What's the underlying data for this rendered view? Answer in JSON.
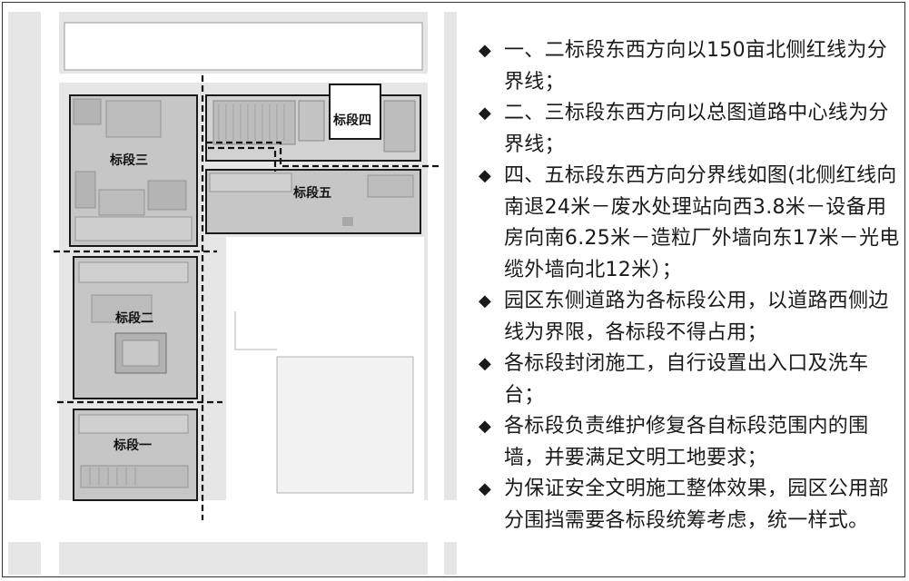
{
  "map": {
    "segments": [
      {
        "id": "seg3",
        "label": "标段三"
      },
      {
        "id": "seg4",
        "label": "标段四"
      },
      {
        "id": "seg5",
        "label": "标段五"
      },
      {
        "id": "seg2",
        "label": "标段二"
      },
      {
        "id": "seg1",
        "label": "标段一"
      }
    ]
  },
  "notes": {
    "bullet": "◆",
    "items": [
      "一、二标段东西方向以150亩北侧红线为分界线；",
      "二、三标段东西方向以总图道路中心线为分界线；",
      "四、五标段东西方向分界线如图(北侧红线向南退24米－废水处理站向西3.8米－设备用房向南6.25米－造粒厂外墙向东17米－光电缆外墙向北12米）；",
      "园区东侧道路为各标段公用，以道路西侧边线为界限，各标段不得占用；",
      "各标段封闭施工，自行设置出入口及洗车台；",
      "各标段负责维护修复各自标段范围内的围墙，并要满足文明工地要求；",
      "为保证安全文明施工整体效果，园区公用部分围挡需要各标段统筹考虑，统一样式。"
    ]
  }
}
